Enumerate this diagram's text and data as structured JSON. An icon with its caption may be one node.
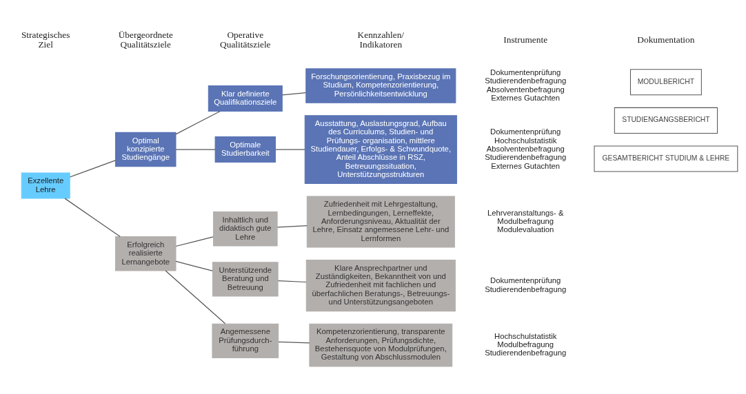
{
  "diagram": {
    "nodes": [
      {
        "text": [
          "Exzellente Lehre"
        ]
      },
      {
        "text": [
          "Optimal konzipierte Studiengänge"
        ]
      },
      {
        "text": [
          "Erfolgreich realisierte Lernangebote"
        ]
      },
      {
        "text": [
          "Klar definierte Qualifikationsziele"
        ]
      },
      {
        "text": [
          "Optimale Studierbarkeit"
        ]
      },
      {
        "text": [
          "Inhaltlich und didaktisch gute Lehre"
        ]
      },
      {
        "text": [
          "Unterstützende Beratung und Betreuung"
        ]
      },
      {
        "text": [
          "Angemessene Prüfungsdurch- führung"
        ]
      },
      {
        "text": [
          "Forschungsorientierung, Praxisbezug im Studium, Kompetenzorientierung, Persönlichkeitsentwicklung"
        ]
      },
      {
        "text": [
          "Ausstattung, Auslastungsgrad, Aufbau des Curriculums, Studien- und Prüfungs- organisation, mittlere Studiendauer, Erfolgs- & Schwundquote, Anteil Abschlüsse in RSZ, Betreuungssituation, Unterstützungsstrukturen"
        ]
      },
      {
        "text": [
          "Zufriedenheit mit Lehrgestaltung, Lernbedingungen, Lerneffekte, Anforderungsniveau, Aktualität der Lehre, Einsatz angemessene Lehr- und Lernformen"
        ]
      },
      {
        "text": [
          "Klare Ansprechpartner und Zuständigkeiten, Bekanntheit von und Zufriedenheit mit fachlichen und überfachlichen Beratungs-, Betreuungs- und Unterstützungsangeboten"
        ]
      },
      {
        "text": [
          "Kompetenzorientierung, transparente Anforderungen, Prüfungsdichte, Bestehensquote von Modulprüfungen, Gestaltung von Abschlussmodulen"
        ]
      },
      {
        "text": [
          "MODULBERICHT"
        ]
      },
      {
        "text": [
          "STUDIENGANGSBERICHT"
        ]
      },
      {
        "text": [
          "GESAMTBERICHT STUDIUM & LEHRE"
        ]
      }
    ],
    "edges": [
      {
        "from": 0,
        "to": 1,
        "arrow": "none"
      },
      {
        "from": 0,
        "to": 2,
        "arrow": "none"
      },
      {
        "from": 1,
        "to": 3,
        "arrow": "none"
      },
      {
        "from": 1,
        "to": 4,
        "arrow": "none"
      },
      {
        "from": 2,
        "to": 5,
        "arrow": "none"
      },
      {
        "from": 2,
        "to": 6,
        "arrow": "none"
      },
      {
        "from": 2,
        "to": 7,
        "arrow": "none"
      },
      {
        "from": 3,
        "to": 8,
        "arrow": "none"
      },
      {
        "from": 4,
        "to": 9,
        "arrow": "none"
      },
      {
        "from": 5,
        "to": 10,
        "arrow": "none"
      },
      {
        "from": 6,
        "to": 11,
        "arrow": "none"
      },
      {
        "from": 7,
        "to": 12,
        "arrow": "none"
      }
    ],
    "labels": [
      "Strategisches Ziel",
      "Übergeordnete Qualitätsziele",
      "Operative Qualitätsziele",
      "Kennzahlen/ Indikatoren",
      "Instrumente",
      "Dokumentation",
      "Dokumentenprüfung Studierendenbefragung Absolventenbefragung Externes Gutachten",
      "Dokumentenprüfung Hochschulstatistik Absolventenbefragung Studierendenbefragung Externes Gutachten",
      "Lehrveranstaltungs- & Modulbefragung Modulevaluation",
      "Dokumentenprüfung Studierendenbefragung",
      "Hochschulstatistik Modulbefragung Studierendenbefragung"
    ]
  }
}
